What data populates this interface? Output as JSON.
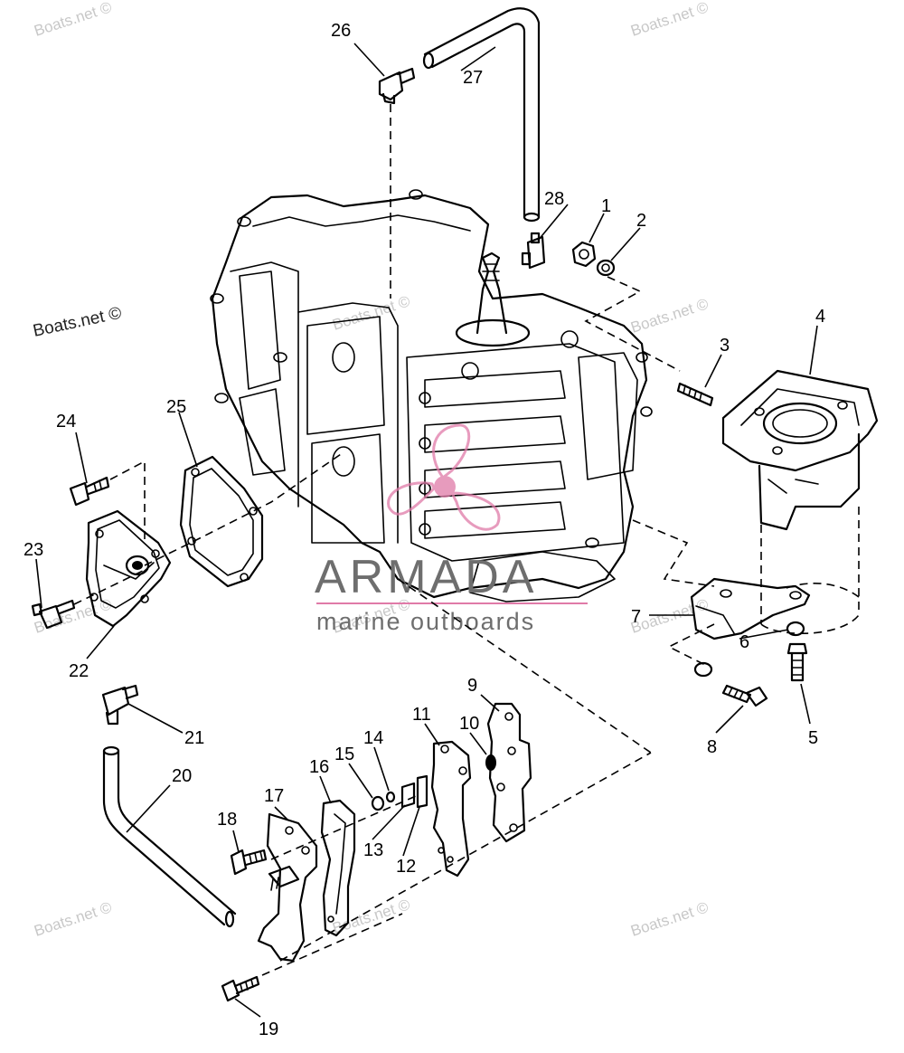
{
  "watermark": {
    "text": "Boats.net ©",
    "strong_text": "Boats.net ©"
  },
  "brand": {
    "name": "ARMADA",
    "tagline": "marine outboards",
    "logo_color": "#e07aa8",
    "text_color": "#6e6e6e"
  },
  "callouts": {
    "c1": "1",
    "c2": "2",
    "c3": "3",
    "c4": "4",
    "c5": "5",
    "c6": "6",
    "c7": "7",
    "c8": "8",
    "c9": "9",
    "c10": "10",
    "c11": "11",
    "c12": "12",
    "c13": "13",
    "c14": "14",
    "c15": "15",
    "c16": "16",
    "c17": "17",
    "c18": "18",
    "c19": "19",
    "c20": "20",
    "c21": "21",
    "c22": "22",
    "c23": "23",
    "c24": "24",
    "c25": "25",
    "c26": "26",
    "c27": "27",
    "c28": "28"
  }
}
